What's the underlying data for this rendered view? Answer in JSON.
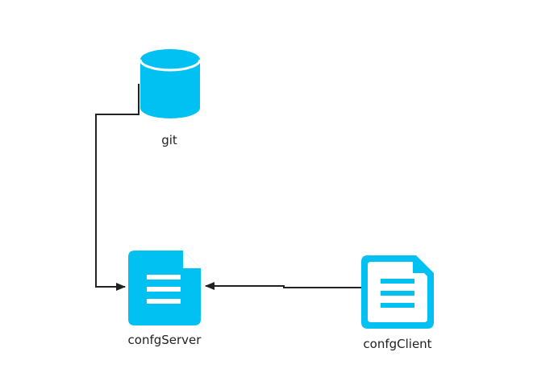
{
  "nodes": {
    "git": {
      "label": "git",
      "icon": "database-icon"
    },
    "config_server": {
      "label": "confgServer",
      "icon": "document-icon"
    },
    "config_client": {
      "label": "confgClient",
      "icon": "document-outline-icon"
    }
  },
  "edges": [
    {
      "from": "git",
      "to": "config_server"
    },
    {
      "from": "config_client",
      "to": "config_server"
    }
  ],
  "colors": {
    "accent": "#00C1F2",
    "connector": "#222222",
    "label": "#222222"
  }
}
